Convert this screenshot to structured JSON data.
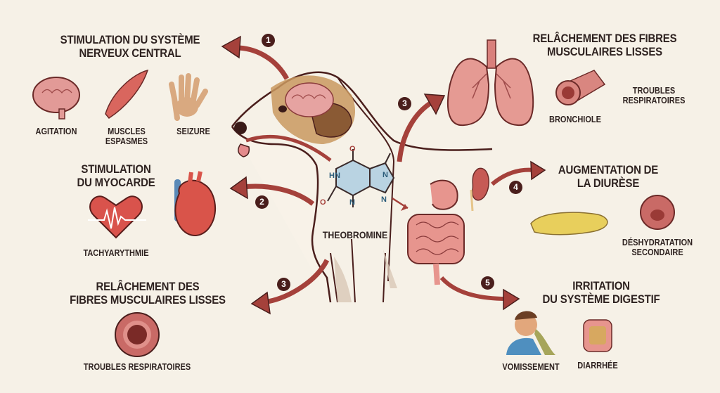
{
  "colors": {
    "background": "#f6f1e7",
    "text": "#2e2220",
    "arrow": "#a5413b",
    "arrow_outline": "#4a1e1c",
    "badge": "#4a1e1c",
    "organ_pink": "#e7958e",
    "molecule_fill": "#b9d3e2",
    "molecule_text": "#2b5c7a"
  },
  "center": {
    "molecule_name": "THEOBROMINE",
    "molecule_atoms": {
      "o_top": "O",
      "hn": "HN",
      "n_top": "N",
      "o_left": "O",
      "n_bottom": "N",
      "n_right": "N"
    }
  },
  "sections": {
    "cns": {
      "number": "1",
      "title_line1": "STIMULATION DU SYSTÈME",
      "title_line2": "NERVEUX CENTRAL",
      "items": [
        {
          "label": "AGITATION",
          "icon": "brain-icon"
        },
        {
          "label_line1": "MUSCLES",
          "label_line2": "ESPASMES",
          "icon": "muscle-icon"
        },
        {
          "label": "SEIZURE",
          "icon": "hand-icon"
        }
      ]
    },
    "myocarde": {
      "number": "2",
      "title_line1": "STIMULATION",
      "title_line2": "DU MYOCARDE",
      "items": [
        {
          "label": "TACHYARYTHMIE",
          "icon": "heartbeat-icon"
        }
      ],
      "organ_icon": "heart-icon"
    },
    "smooth_muscle_left": {
      "number": "3",
      "title_line1": "RELÂCHEMENT DES",
      "title_line2": "FIBRES MUSCULAIRES LISSES",
      "items": [
        {
          "label": "TROUBLES RESPIRATOIRES",
          "icon": "airway-cross-section-icon"
        }
      ]
    },
    "smooth_muscle_right": {
      "number": "3",
      "title_line1": "RELÂCHEMENT DES FIBRES",
      "title_line2": "MUSCULAIRES LISSES",
      "organ_icon": "lungs-icon",
      "items": [
        {
          "label": "BRONCHIOLE",
          "icon": "bronchiole-icon"
        },
        {
          "label_line1": "TROUBLES",
          "label_line2": "RESPIRATOIRES"
        }
      ]
    },
    "diurese": {
      "number": "4",
      "title_line1": "AUGMENTATION DE",
      "title_line2": "LA DIURÈSE",
      "organ_icon": "kidney-icon",
      "items": [
        {
          "icon": "urine-puddle-icon"
        },
        {
          "label_line1": "DÉSHYDRATATION",
          "label_line2": "SECONDAIRE",
          "icon": "dehydrated-cell-icon"
        }
      ]
    },
    "digestif": {
      "number": "5",
      "title_line1": "IRRITATION",
      "title_line2": "DU SYSTÈME DIGESTIF",
      "organ_icon": "digestive-tract-icon",
      "items": [
        {
          "label": "VOMISSEMENT",
          "icon": "vomiting-person-icon"
        },
        {
          "label": "DIARRHÉE",
          "icon": "intestine-icon"
        }
      ]
    }
  }
}
